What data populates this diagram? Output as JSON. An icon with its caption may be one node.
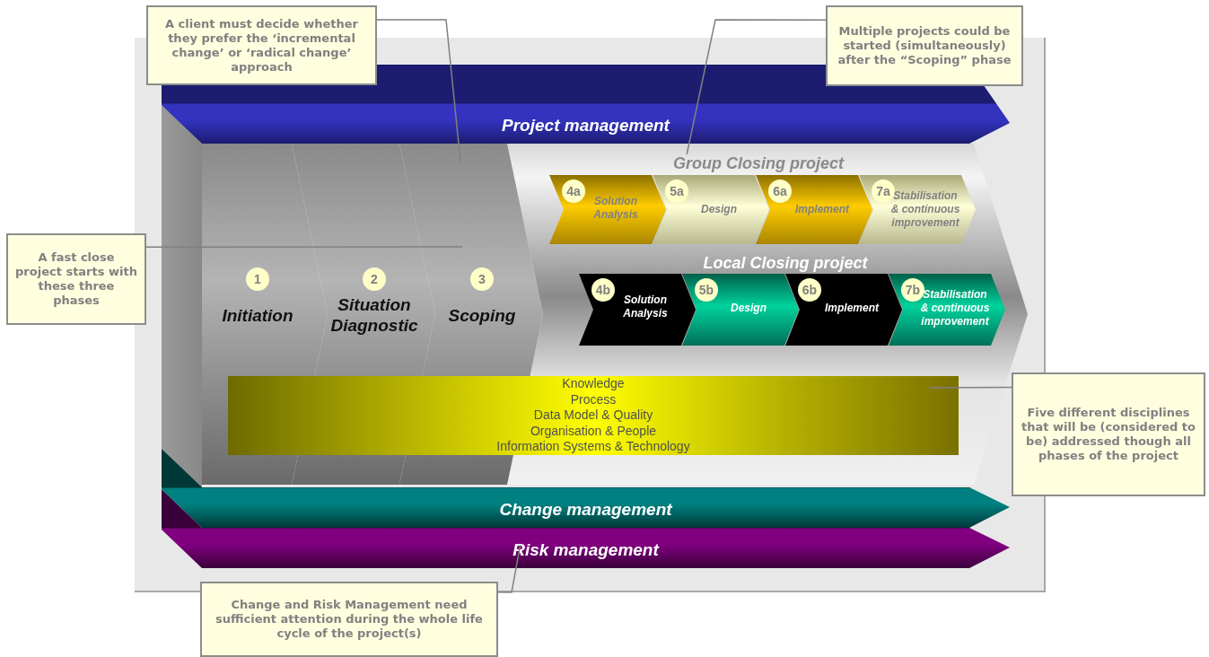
{
  "diagram": {
    "nodes": [
      {
        "text": [
          "A client must decide whether they prefer the ‘incremental change’ or ‘radical change’ approach"
        ]
      },
      {
        "text": [
          "Multiple projects could be started (simultaneously) after the “Scoping” phase"
        ]
      },
      {
        "text": [
          "Project management"
        ]
      },
      {
        "text": [
          "A fast close project starts with these three phases"
        ]
      },
      {
        "text": [
          "1",
          "Initiation"
        ]
      },
      {
        "text": [
          "2",
          "Situation Diagnostic"
        ]
      },
      {
        "text": [
          "3",
          "Scoping"
        ]
      },
      {
        "text": [
          "Group Closing project"
        ]
      },
      {
        "text": [
          "4a",
          "Solution Analysis"
        ]
      },
      {
        "text": [
          "5a",
          "Design"
        ]
      },
      {
        "text": [
          "6a",
          "Implement"
        ]
      },
      {
        "text": [
          "7a",
          "Stabilisation & continuous improvement"
        ]
      },
      {
        "text": [
          "4b",
          "Solution Analysis"
        ]
      },
      {
        "text": [
          "5b",
          "Design"
        ]
      },
      {
        "text": [
          "6b",
          "Implement"
        ]
      },
      {
        "text": [
          "7b",
          "Stabilisation & continuous improvement"
        ]
      },
      {
        "text": [
          "Knowledge",
          "Process",
          "Data Model & Quality",
          "Organisation & People",
          "Information Systems & Technology"
        ]
      },
      {
        "text": [
          "Five different disciplines that will be (considered to be) addressed though all phases of the project"
        ]
      },
      {
        "text": [
          "Change management"
        ]
      },
      {
        "text": [
          "Risk management"
        ]
      },
      {
        "text": [
          "Change and Risk Management need sufficient attention during the whole life cycle of the project(s)"
        ]
      }
    ],
    "edges": [
      {
        "from": 0,
        "to": 6,
        "arrow": "none"
      },
      {
        "from": 1,
        "to": 7,
        "arrow": "none"
      },
      {
        "from": 3,
        "to": 6,
        "arrow": "none"
      },
      {
        "from": 17,
        "to": 16,
        "arrow": "none"
      },
      {
        "from": 20,
        "to": 19,
        "arrow": "none"
      }
    ],
    "labels": [
      "Local Closing project"
    ]
  }
}
